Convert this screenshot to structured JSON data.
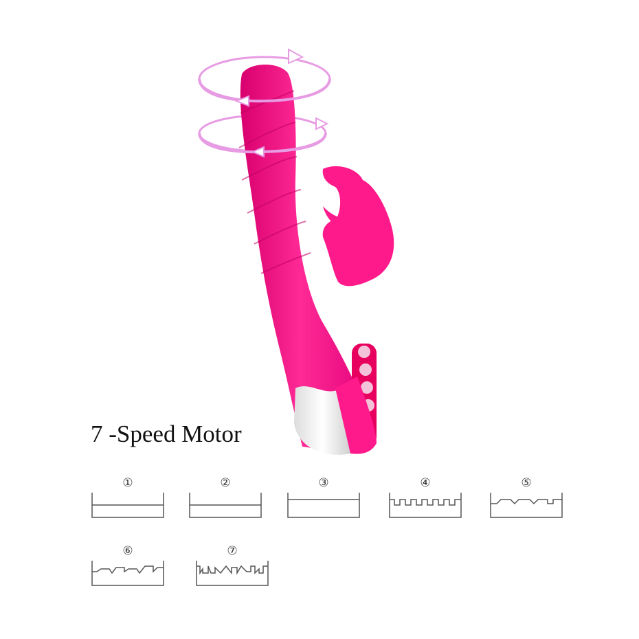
{
  "title": "7 -Speed Motor",
  "colors": {
    "body": "#ff1a8c",
    "arrows": "#e79be3",
    "tip": "#f4f4f4",
    "line": "#555555"
  },
  "modes": [
    {
      "label": "①",
      "pattern": "steady"
    },
    {
      "label": "②",
      "pattern": "steady"
    },
    {
      "label": "③",
      "pattern": "steady"
    },
    {
      "label": "④",
      "pattern": "pulse"
    },
    {
      "label": "⑤",
      "pattern": "wave"
    },
    {
      "label": "⑥",
      "pattern": "escalate"
    },
    {
      "label": "⑦",
      "pattern": "random"
    }
  ]
}
